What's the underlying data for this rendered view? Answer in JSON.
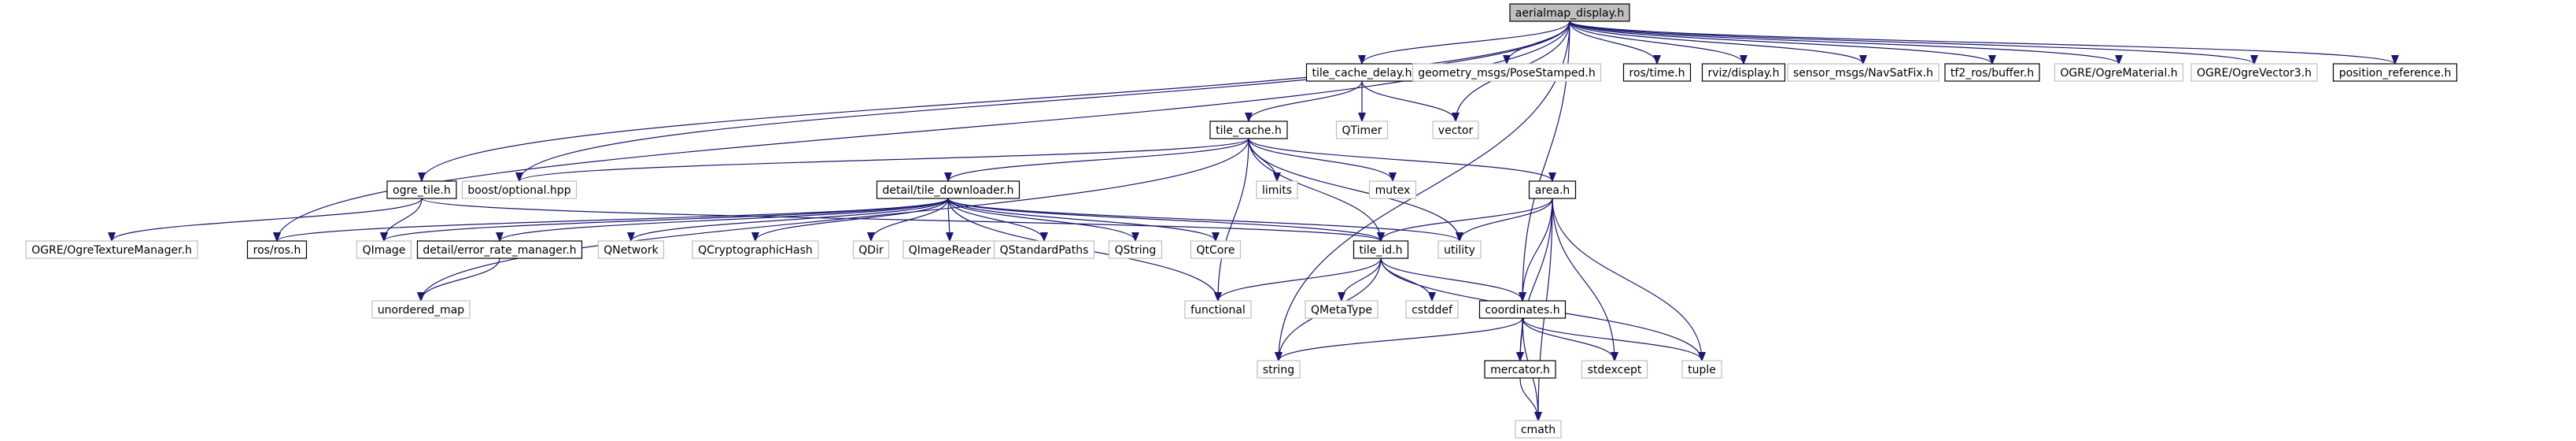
{
  "diagram": {
    "colors": {
      "background": "#ffffff",
      "edge": "#191970",
      "root_fill": "#bfbfbf",
      "local_border": "#000000",
      "system_border": "#bfbfbf",
      "text": "#000000"
    },
    "nodes": [
      {
        "id": "aerialmap_display_h",
        "label": "aerialmap_display.h",
        "kind": "root"
      },
      {
        "id": "tile_cache_delay_h",
        "label": "tile_cache_delay.h",
        "kind": "local"
      },
      {
        "id": "geometry_msgs_pose",
        "label": "geometry_msgs/PoseStamped.h",
        "kind": "system"
      },
      {
        "id": "ros_time_h",
        "label": "ros/time.h",
        "kind": "local"
      },
      {
        "id": "rviz_display_h",
        "label": "rviz/display.h",
        "kind": "local"
      },
      {
        "id": "sensor_msgs_navsat",
        "label": "sensor_msgs/NavSatFix.h",
        "kind": "system"
      },
      {
        "id": "tf2_ros_buffer_h",
        "label": "tf2_ros/buffer.h",
        "kind": "local"
      },
      {
        "id": "ogre_material_h",
        "label": "OGRE/OgreMaterial.h",
        "kind": "system"
      },
      {
        "id": "ogre_vector3_h",
        "label": "OGRE/OgreVector3.h",
        "kind": "system"
      },
      {
        "id": "position_reference_h",
        "label": "position_reference.h",
        "kind": "local"
      },
      {
        "id": "qtimer",
        "label": "QTimer",
        "kind": "system"
      },
      {
        "id": "vector",
        "label": "vector",
        "kind": "system"
      },
      {
        "id": "tile_cache_h",
        "label": "tile_cache.h",
        "kind": "local"
      },
      {
        "id": "ogre_tile_h",
        "label": "ogre_tile.h",
        "kind": "local"
      },
      {
        "id": "boost_optional",
        "label": "boost/optional.hpp",
        "kind": "system"
      },
      {
        "id": "detail_tile_downloader_h",
        "label": "detail/tile_downloader.h",
        "kind": "local"
      },
      {
        "id": "limits",
        "label": "limits",
        "kind": "system"
      },
      {
        "id": "mutex",
        "label": "mutex",
        "kind": "system"
      },
      {
        "id": "area_h",
        "label": "area.h",
        "kind": "local"
      },
      {
        "id": "ogre_texture_manager_h",
        "label": "OGRE/OgreTextureManager.h",
        "kind": "system"
      },
      {
        "id": "ros_ros_h",
        "label": "ros/ros.h",
        "kind": "local"
      },
      {
        "id": "qimage",
        "label": "QImage",
        "kind": "system"
      },
      {
        "id": "detail_error_rate_manager_h",
        "label": "detail/error_rate_manager.h",
        "kind": "local"
      },
      {
        "id": "qnetwork",
        "label": "QNetwork",
        "kind": "system"
      },
      {
        "id": "qcryptographichash",
        "label": "QCryptographicHash",
        "kind": "system"
      },
      {
        "id": "qdir",
        "label": "QDir",
        "kind": "system"
      },
      {
        "id": "qimagereader",
        "label": "QImageReader",
        "kind": "system"
      },
      {
        "id": "qstandardpaths",
        "label": "QStandardPaths",
        "kind": "system"
      },
      {
        "id": "qstring",
        "label": "QString",
        "kind": "system"
      },
      {
        "id": "qtcore",
        "label": "QtCore",
        "kind": "system"
      },
      {
        "id": "tile_id_h",
        "label": "tile_id.h",
        "kind": "local"
      },
      {
        "id": "utility",
        "label": "utility",
        "kind": "system"
      },
      {
        "id": "unordered_map",
        "label": "unordered_map",
        "kind": "system"
      },
      {
        "id": "functional",
        "label": "functional",
        "kind": "system"
      },
      {
        "id": "qmetatype",
        "label": "QMetaType",
        "kind": "system"
      },
      {
        "id": "cstddef",
        "label": "cstddef",
        "kind": "system"
      },
      {
        "id": "coordinates_h",
        "label": "coordinates.h",
        "kind": "local"
      },
      {
        "id": "string",
        "label": "string",
        "kind": "system"
      },
      {
        "id": "mercator_h",
        "label": "mercator.h",
        "kind": "local"
      },
      {
        "id": "stdexcept",
        "label": "stdexcept",
        "kind": "system"
      },
      {
        "id": "tuple",
        "label": "tuple",
        "kind": "system"
      },
      {
        "id": "cmath",
        "label": "cmath",
        "kind": "system"
      }
    ],
    "edges": [
      [
        "aerialmap_display_h",
        "tile_cache_delay_h"
      ],
      [
        "aerialmap_display_h",
        "geometry_msgs_pose"
      ],
      [
        "aerialmap_display_h",
        "ros_time_h"
      ],
      [
        "aerialmap_display_h",
        "rviz_display_h"
      ],
      [
        "aerialmap_display_h",
        "sensor_msgs_navsat"
      ],
      [
        "aerialmap_display_h",
        "tf2_ros_buffer_h"
      ],
      [
        "aerialmap_display_h",
        "ogre_material_h"
      ],
      [
        "aerialmap_display_h",
        "ogre_vector3_h"
      ],
      [
        "aerialmap_display_h",
        "position_reference_h"
      ],
      [
        "aerialmap_display_h",
        "vector"
      ],
      [
        "aerialmap_display_h",
        "ogre_tile_h"
      ],
      [
        "aerialmap_display_h",
        "boost_optional"
      ],
      [
        "aerialmap_display_h",
        "ros_ros_h"
      ],
      [
        "aerialmap_display_h",
        "string"
      ],
      [
        "aerialmap_display_h",
        "coordinates_h"
      ],
      [
        "tile_cache_delay_h",
        "qtimer"
      ],
      [
        "tile_cache_delay_h",
        "vector"
      ],
      [
        "tile_cache_delay_h",
        "tile_cache_h"
      ],
      [
        "tile_cache_h",
        "boost_optional"
      ],
      [
        "tile_cache_h",
        "detail_tile_downloader_h"
      ],
      [
        "tile_cache_h",
        "limits"
      ],
      [
        "tile_cache_h",
        "mutex"
      ],
      [
        "tile_cache_h",
        "area_h"
      ],
      [
        "tile_cache_h",
        "utility"
      ],
      [
        "tile_cache_h",
        "tile_id_h"
      ],
      [
        "tile_cache_h",
        "functional"
      ],
      [
        "tile_cache_h",
        "unordered_map"
      ],
      [
        "ogre_tile_h",
        "ogre_texture_manager_h"
      ],
      [
        "ogre_tile_h",
        "qimage"
      ],
      [
        "ogre_tile_h",
        "tile_id_h"
      ],
      [
        "detail_tile_downloader_h",
        "ros_ros_h"
      ],
      [
        "detail_tile_downloader_h",
        "qimage"
      ],
      [
        "detail_tile_downloader_h",
        "detail_error_rate_manager_h"
      ],
      [
        "detail_tile_downloader_h",
        "qnetwork"
      ],
      [
        "detail_tile_downloader_h",
        "qcryptographichash"
      ],
      [
        "detail_tile_downloader_h",
        "qdir"
      ],
      [
        "detail_tile_downloader_h",
        "qimagereader"
      ],
      [
        "detail_tile_downloader_h",
        "qstandardpaths"
      ],
      [
        "detail_tile_downloader_h",
        "qstring"
      ],
      [
        "detail_tile_downloader_h",
        "qtcore"
      ],
      [
        "detail_tile_downloader_h",
        "tile_id_h"
      ],
      [
        "detail_tile_downloader_h",
        "utility"
      ],
      [
        "detail_tile_downloader_h",
        "functional"
      ],
      [
        "detail_error_rate_manager_h",
        "unordered_map"
      ],
      [
        "area_h",
        "tile_id_h"
      ],
      [
        "area_h",
        "utility"
      ],
      [
        "area_h",
        "coordinates_h"
      ],
      [
        "area_h",
        "mercator_h"
      ],
      [
        "area_h",
        "stdexcept"
      ],
      [
        "area_h",
        "tuple"
      ],
      [
        "area_h",
        "cmath"
      ],
      [
        "tile_id_h",
        "functional"
      ],
      [
        "tile_id_h",
        "qmetatype"
      ],
      [
        "tile_id_h",
        "cstddef"
      ],
      [
        "tile_id_h",
        "coordinates_h"
      ],
      [
        "tile_id_h",
        "string"
      ],
      [
        "tile_id_h",
        "tuple"
      ],
      [
        "coordinates_h",
        "string"
      ],
      [
        "coordinates_h",
        "mercator_h"
      ],
      [
        "coordinates_h",
        "stdexcept"
      ],
      [
        "coordinates_h",
        "tuple"
      ],
      [
        "coordinates_h",
        "cmath"
      ],
      [
        "mercator_h",
        "cmath"
      ]
    ]
  }
}
